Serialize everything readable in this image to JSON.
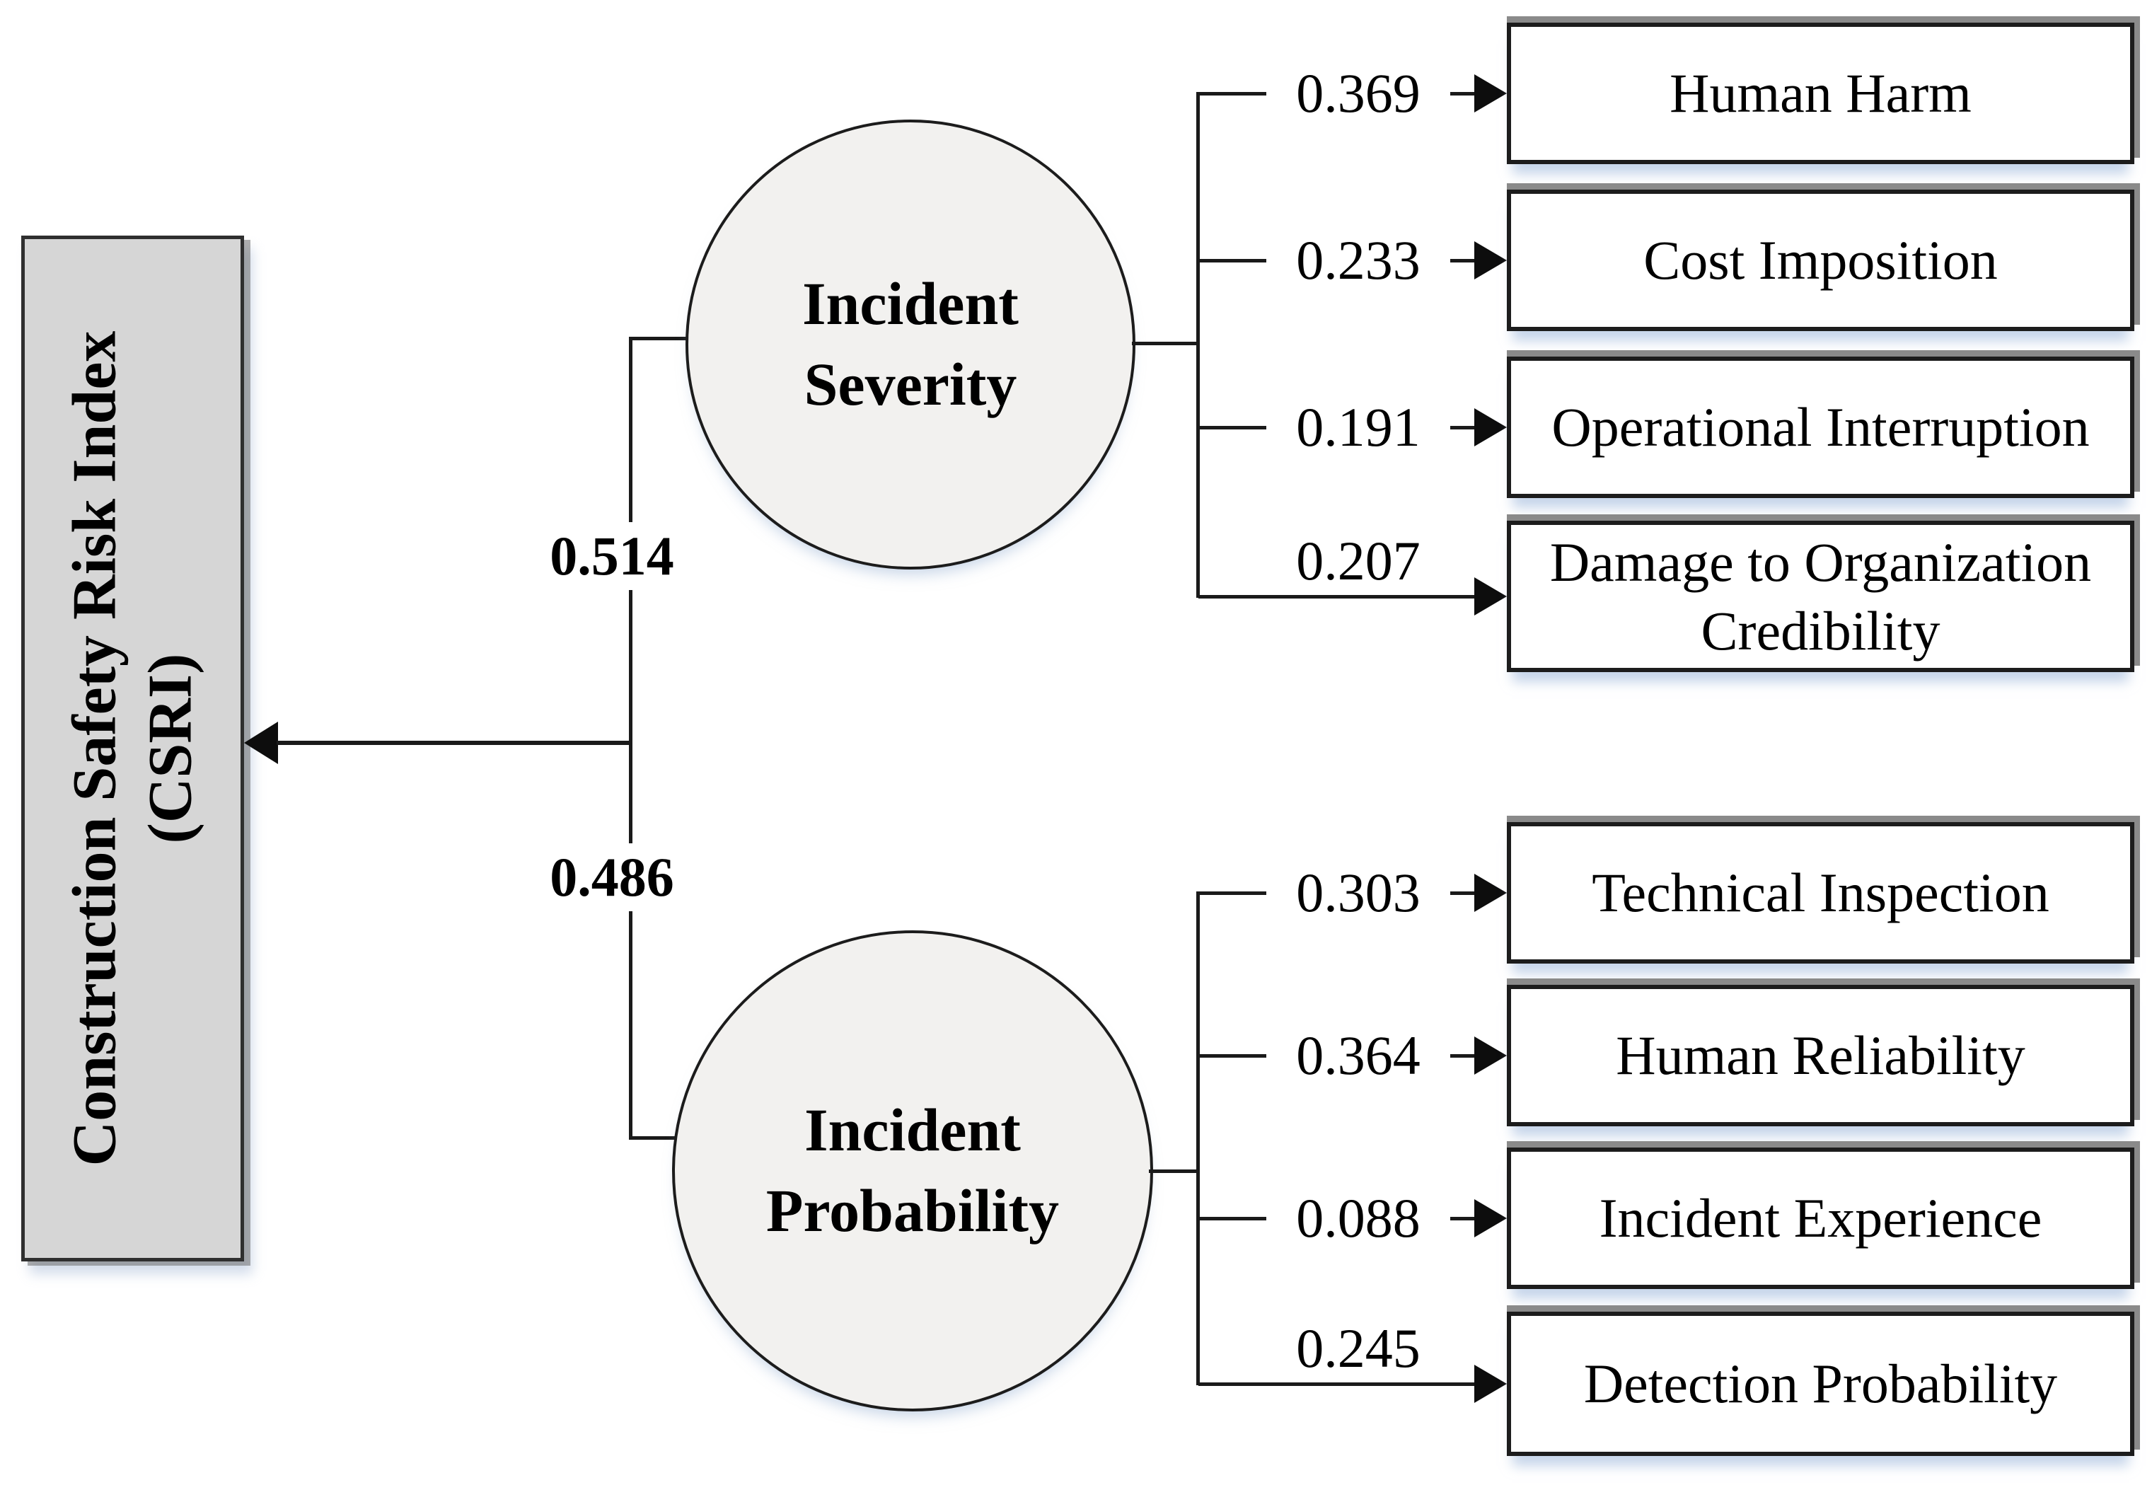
{
  "diagram": {
    "root": {
      "label_line1": "Construction Safety Risk Index",
      "label_line2": "(CSRI)"
    },
    "factors": [
      {
        "label_line1": "Incident",
        "label_line2": "Severity",
        "weight": "0.514",
        "children": [
          {
            "label": "Human Harm",
            "weight": "0.369"
          },
          {
            "label": "Cost Imposition",
            "weight": "0.233"
          },
          {
            "label": "Operational Interruption",
            "weight": "0.191"
          },
          {
            "label": "Damage to Organization Credibility",
            "weight": "0.207"
          }
        ]
      },
      {
        "label_line1": "Incident",
        "label_line2": "Probability",
        "weight": "0.486",
        "children": [
          {
            "label": "Technical Inspection",
            "weight": "0.303"
          },
          {
            "label": "Human Reliability",
            "weight": "0.364"
          },
          {
            "label": "Incident Experience",
            "weight": "0.088"
          },
          {
            "label": "Detection Probability",
            "weight": "0.245"
          }
        ]
      }
    ],
    "colors": {
      "root_fill": "#d6d6d6",
      "node_fill": "#f2f1ef",
      "box_fill": "#ffffff",
      "line": "#1a1a1a",
      "shadow_gray": "#8a8a8a",
      "shadow_blue": "#c9d8ec"
    }
  }
}
